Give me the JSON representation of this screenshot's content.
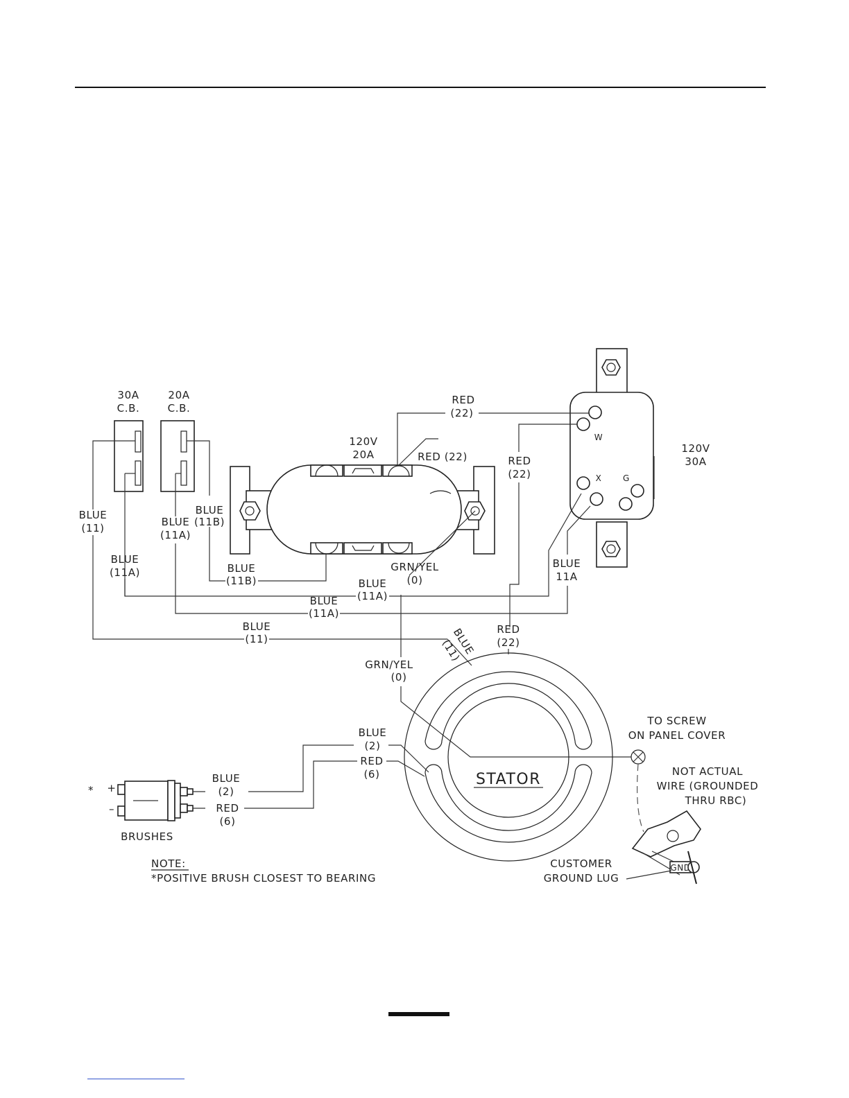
{
  "diagram": {
    "breakers": {
      "cb30_rating": "30A",
      "cb30_type": "C.B.",
      "cb20_rating": "20A",
      "cb20_type": "C.B."
    },
    "outlet_120v_20a": {
      "voltage": "120V",
      "amperage": "20A"
    },
    "outlet_120v_30a": {
      "voltage": "120V",
      "amperage": "30A",
      "terminal_w": "W",
      "terminal_x": "X",
      "terminal_g": "G"
    },
    "wires": {
      "red22_top": {
        "color": "RED",
        "num": "(22)"
      },
      "red22_outlet": {
        "text": "RED (22)"
      },
      "red22_right": {
        "color": "RED",
        "num": "(22)"
      },
      "red22_stator": {
        "color": "RED",
        "num": "(22)"
      },
      "blue11_left": {
        "color": "BLUE",
        "num": "(11)"
      },
      "blue11a_cb20": {
        "color": "BLUE",
        "num": "(11A)"
      },
      "blue11b_cb20": {
        "color": "BLUE",
        "num": "(11B)"
      },
      "blue11a_cb30": {
        "color": "BLUE",
        "num": "(11A)"
      },
      "blue11b_bottom": {
        "color": "BLUE",
        "num": "(11B)"
      },
      "blue11a_mid": {
        "color": "BLUE",
        "num": "(11A)"
      },
      "blue11a_low": {
        "color": "BLUE",
        "num": "(11A)"
      },
      "blue11a_right": {
        "color": "BLUE",
        "num": "11A"
      },
      "blue11_bottom": {
        "color": "BLUE",
        "num": "(11)"
      },
      "blue11_stator": {
        "color": "BLUE",
        "num": "(11)"
      },
      "grnyel_top": {
        "color": "GRN/YEL",
        "num": "(0)"
      },
      "grnyel_stator": {
        "color": "GRN/YEL",
        "num": "(0)"
      },
      "blue2_stator": {
        "color": "BLUE",
        "num": "(2)"
      },
      "red6_stator": {
        "color": "RED",
        "num": "(6)"
      },
      "blue2_brush": {
        "color": "BLUE",
        "num": "(2)"
      },
      "red6_brush": {
        "color": "RED",
        "num": "(6)"
      }
    },
    "stator_label": "STATOR",
    "to_screw": {
      "line1": "TO SCREW",
      "line2": "ON PANEL COVER"
    },
    "not_actual": {
      "line1": "NOT ACTUAL",
      "line2": "WIRE (GROUNDED",
      "line3": "THRU RBC)"
    },
    "ground_lug": {
      "line1": "CUSTOMER",
      "line2": "GROUND LUG",
      "tag": "GND"
    },
    "brushes": {
      "label": "BRUSHES",
      "asterisk": "*",
      "plus": "+",
      "minus": "–"
    },
    "note": {
      "heading": "NOTE:",
      "text": "*POSITIVE BRUSH CLOSEST TO BEARING"
    }
  }
}
